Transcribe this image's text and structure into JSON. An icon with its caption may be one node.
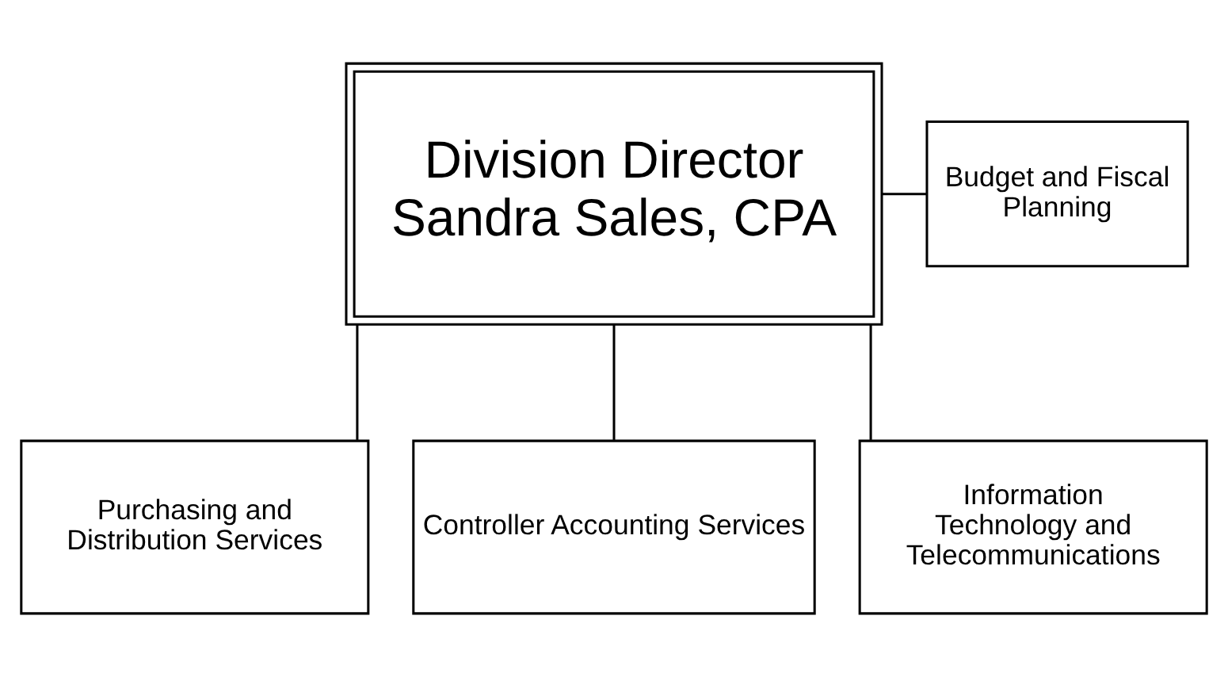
{
  "diagram": {
    "nodes": [
      {
        "text": [
          "Division Director",
          "Sandra Sales, CPA"
        ]
      },
      {
        "text": [
          "Budget and Fiscal Planning"
        ]
      },
      {
        "text": [
          "Purchasing and Distribution Services"
        ]
      },
      {
        "text": [
          "Controller Accounting Services"
        ]
      },
      {
        "text": [
          "Information Technology and Telecommunications"
        ]
      }
    ],
    "edges": [
      {
        "from": 0,
        "to": 1,
        "arrow": "none"
      },
      {
        "from": 0,
        "to": 2,
        "arrow": "none"
      },
      {
        "from": 0,
        "to": 3,
        "arrow": "none"
      },
      {
        "from": 0,
        "to": 4,
        "arrow": "none"
      }
    ]
  }
}
